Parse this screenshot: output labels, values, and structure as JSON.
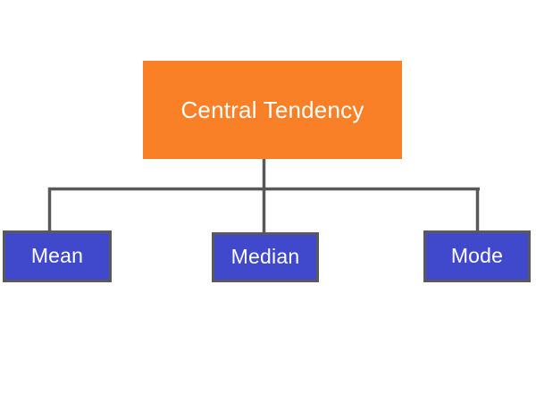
{
  "diagram": {
    "title": "Central Tendency",
    "type": "hierarchy-tree",
    "background_color": "#FFFFFF",
    "root": {
      "label": "Central Tendency",
      "fill_color": "#F98026",
      "text_color": "#FFFFFF"
    },
    "children": [
      {
        "label": "Mean",
        "fill_color": "#4048CC",
        "border_color": "#595959",
        "text_color": "#FFFFFF"
      },
      {
        "label": "Median",
        "fill_color": "#4048CC",
        "border_color": "#595959",
        "text_color": "#FFFFFF"
      },
      {
        "label": "Mode",
        "fill_color": "#4048CC",
        "border_color": "#595959",
        "text_color": "#FFFFFF"
      }
    ],
    "connector_color": "#595959"
  }
}
